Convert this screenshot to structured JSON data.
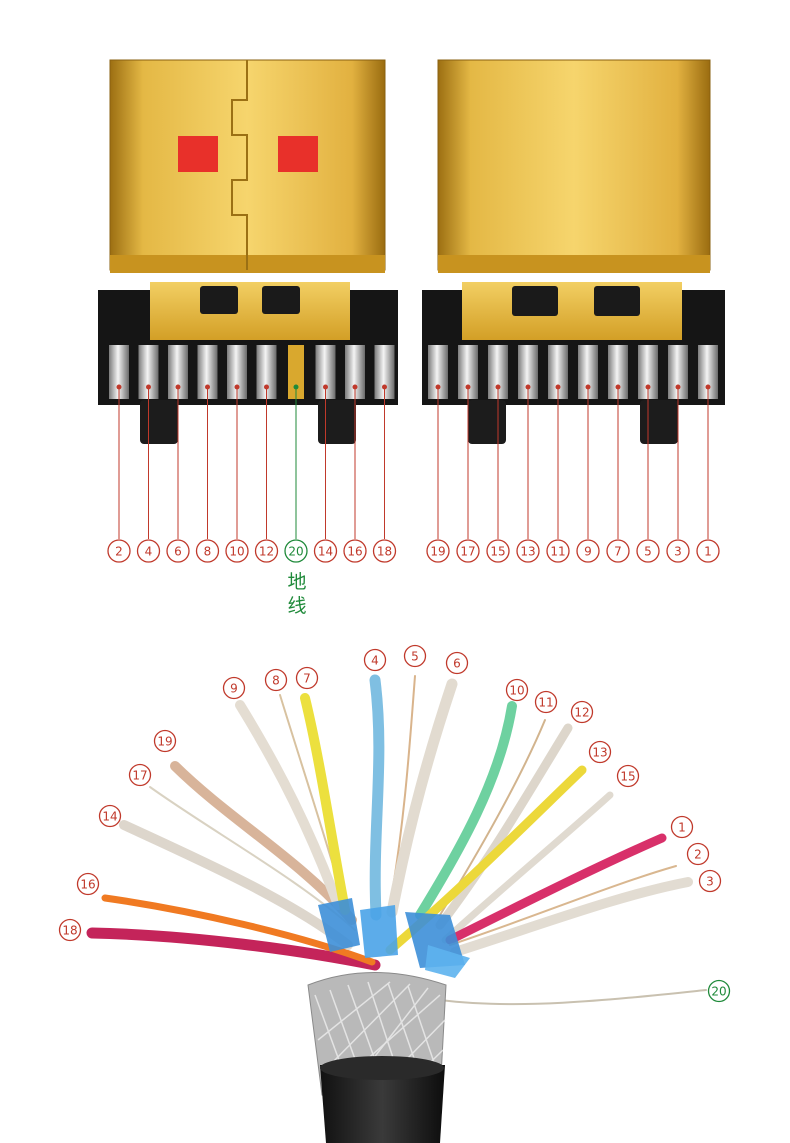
{
  "colors": {
    "pin_label": "#c0392b",
    "ground_label": "#1f8a3a",
    "gold_light": "#f2cf63",
    "gold_mid": "#d9a82e",
    "gold_dark": "#9c6f12",
    "contact_red": "#e8302a",
    "housing": "#151515"
  },
  "connector_left": {
    "pins": [
      "2",
      "4",
      "6",
      "8",
      "10",
      "12",
      "20",
      "14",
      "16",
      "18"
    ],
    "ground_pin": "20"
  },
  "connector_right": {
    "pins": [
      "19",
      "17",
      "15",
      "13",
      "11",
      "9",
      "7",
      "5",
      "3",
      "1"
    ]
  },
  "ground_note": {
    "line1": "地",
    "line2": "线"
  },
  "cable_wires": [
    {
      "label": "18",
      "color": "#c4245a"
    },
    {
      "label": "16",
      "color": "#f07a22"
    },
    {
      "label": "14",
      "color": "#ddd6cc"
    },
    {
      "label": "17",
      "color": "#d9d2c2"
    },
    {
      "label": "19",
      "color": "#d8b49a"
    },
    {
      "label": "9",
      "color": "#e4ddd2"
    },
    {
      "label": "8",
      "color": "#d8c2a0"
    },
    {
      "label": "7",
      "color": "#ece03e"
    },
    {
      "label": "4",
      "color": "#7fbfe2"
    },
    {
      "label": "5",
      "color": "#d9b48c"
    },
    {
      "label": "6",
      "color": "#e2dbd0"
    },
    {
      "label": "10",
      "color": "#6ed1a0"
    },
    {
      "label": "11",
      "color": "#d2b48e"
    },
    {
      "label": "12",
      "color": "#ddd6cb"
    },
    {
      "label": "13",
      "color": "#ecd83a"
    },
    {
      "label": "15",
      "color": "#e0dad0"
    },
    {
      "label": "1",
      "color": "#d8306a"
    },
    {
      "label": "2",
      "color": "#d9b790"
    },
    {
      "label": "3",
      "color": "#e2dcd2"
    },
    {
      "label": "20",
      "color": "#c9c1b0"
    }
  ]
}
